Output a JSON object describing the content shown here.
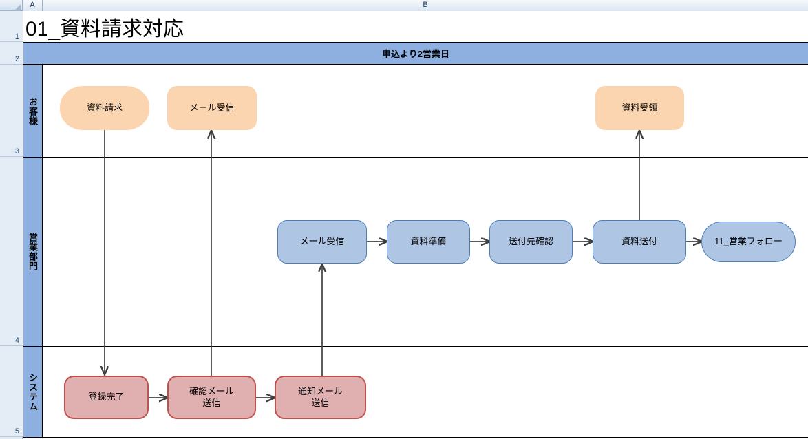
{
  "spreadsheet": {
    "column_headers": [
      "A",
      "B"
    ],
    "row_headers": [
      "1",
      "2",
      "3",
      "4",
      "5"
    ]
  },
  "title": "01_資料請求対応",
  "banner": "申込より2営業日",
  "colors": {
    "banner_fill": "#8db0e0",
    "lane_label_fill": "#8db0e0",
    "customer_fill": "#fbd5b0",
    "customer_stroke": "#e8934a",
    "sales_fill": "#aec5e3",
    "sales_stroke": "#4a7ebb",
    "system_fill": "#e0b0b0",
    "system_stroke": "#c0504d",
    "connector": "#3f3f3f"
  },
  "lanes": [
    {
      "id": "customer",
      "label": "お客様"
    },
    {
      "id": "sales",
      "label": "営業部門"
    },
    {
      "id": "system",
      "label": "システム"
    }
  ],
  "nodes": [
    {
      "id": "n-shiryou-seikyuu",
      "lane": "customer",
      "label": "資料請求",
      "shape": "rounded-large"
    },
    {
      "id": "n-mail-jushin-customer",
      "lane": "customer",
      "label": "メール受信",
      "shape": "rounded-medium"
    },
    {
      "id": "n-shiryou-juryou",
      "lane": "customer",
      "label": "資料受領",
      "shape": "rounded-medium"
    },
    {
      "id": "n-mail-jushin-sales",
      "lane": "sales",
      "label": "メール受信",
      "shape": "rounded-medium"
    },
    {
      "id": "n-shiryou-junbi",
      "lane": "sales",
      "label": "資料準備",
      "shape": "rounded-medium"
    },
    {
      "id": "n-soufusaki-kakunin",
      "lane": "sales",
      "label": "送付先確認",
      "shape": "rounded-medium"
    },
    {
      "id": "n-shiryou-soufu",
      "lane": "sales",
      "label": "資料送付",
      "shape": "rounded-medium"
    },
    {
      "id": "n-eigyou-follow",
      "lane": "sales",
      "label": "11_営業フォロー",
      "shape": "pill"
    },
    {
      "id": "n-touroku-kanryou",
      "lane": "system",
      "label": "登録完了",
      "shape": "rounded-medium"
    },
    {
      "id": "n-kakunin-mail-soushin",
      "lane": "system",
      "label": "確認メール\n送信",
      "shape": "rounded-medium"
    },
    {
      "id": "n-tsuuchi-mail-soushin",
      "lane": "system",
      "label": "通知メール\n送信",
      "shape": "rounded-medium"
    }
  ],
  "connectors": [
    {
      "from": "n-shiryou-seikyuu",
      "to": "n-touroku-kanryou",
      "direction": "down"
    },
    {
      "from": "n-kakunin-mail-soushin",
      "to": "n-mail-jushin-customer",
      "direction": "up"
    },
    {
      "from": "n-tsuuchi-mail-soushin",
      "to": "n-mail-jushin-sales",
      "direction": "up"
    },
    {
      "from": "n-shiryou-soufu",
      "to": "n-shiryou-juryou",
      "direction": "up"
    },
    {
      "from": "n-mail-jushin-sales",
      "to": "n-shiryou-junbi",
      "direction": "right"
    },
    {
      "from": "n-shiryou-junbi",
      "to": "n-soufusaki-kakunin",
      "direction": "right"
    },
    {
      "from": "n-soufusaki-kakunin",
      "to": "n-shiryou-soufu",
      "direction": "right"
    },
    {
      "from": "n-shiryou-soufu",
      "to": "n-eigyou-follow",
      "direction": "right"
    },
    {
      "from": "n-touroku-kanryou",
      "to": "n-kakunin-mail-soushin",
      "direction": "right"
    },
    {
      "from": "n-kakunin-mail-soushin",
      "to": "n-tsuuchi-mail-soushin",
      "direction": "right"
    }
  ]
}
